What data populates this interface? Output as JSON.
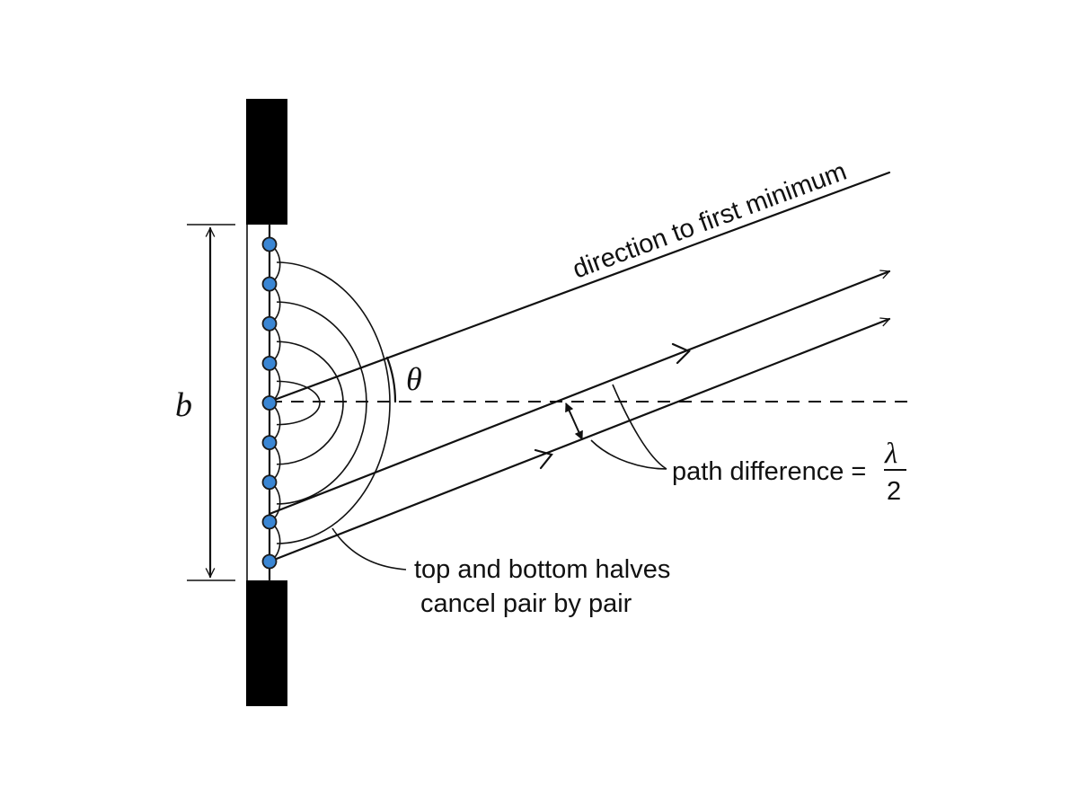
{
  "diagram": {
    "labels": {
      "slit_width": "b",
      "angle": "θ",
      "direction": "direction to first minimum",
      "path_difference": "path difference =",
      "lambda": "λ",
      "denominator": "2",
      "cancel_line1": "top and bottom halves",
      "cancel_line2": "cancel pair by pair"
    },
    "colors": {
      "barrier": "#000000",
      "source_fill": "#3a86d4",
      "source_stroke": "#1a1a1a",
      "ink": "#111111"
    },
    "source_count": 9
  }
}
